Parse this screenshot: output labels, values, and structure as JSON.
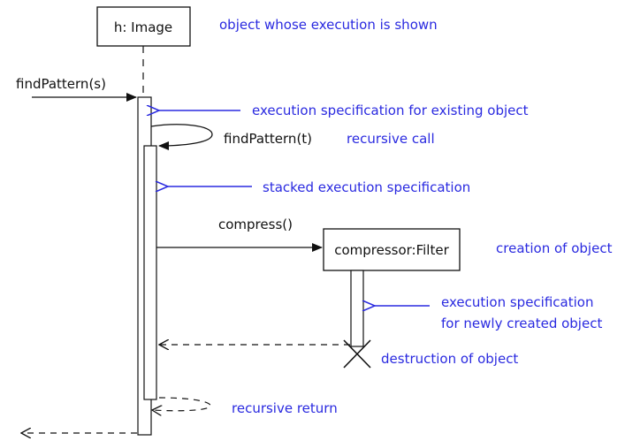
{
  "diagram": {
    "objects": {
      "image": "h: Image",
      "compressor": "compressor:Filter"
    },
    "messages": {
      "find_pattern_s": "findPattern(s)",
      "find_pattern_t": "findPattern(t)",
      "compress": "compress()"
    },
    "annotations": {
      "object_shown": "object whose execution is shown",
      "exec_existing": "execution specification for existing object",
      "recursive_call": "recursive call",
      "stacked_exec": "stacked execution specification",
      "creation": "creation of object",
      "exec_new_line1": "execution specification",
      "exec_new_line2": "for newly created object",
      "destruction": "destruction of object",
      "recursive_return": "recursive return"
    },
    "colors": {
      "annotation": "#2a2ae0",
      "line": "#111111"
    }
  }
}
